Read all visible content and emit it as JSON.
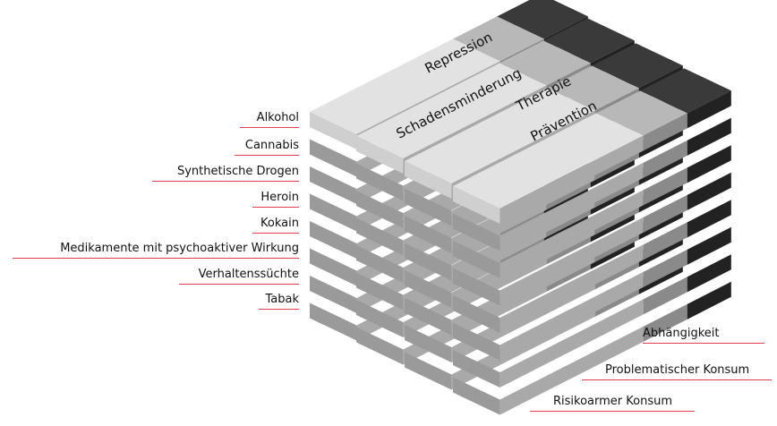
{
  "substances": [
    "Alkohol",
    "Cannabis",
    "Synthetische Drogen",
    "Heroin",
    "Kokain",
    "Medikamente mit psychoaktiver Wirkung",
    "Verhaltenssüchte",
    "Tabak"
  ],
  "pillars": [
    "Repression",
    "Schadensminderung",
    "Therapie",
    "Prävention"
  ],
  "consumption": [
    "Abhängigkeit",
    "Problematischer Konsum",
    "Risikoarmer Konsum"
  ],
  "colors": {
    "accent_line": "#e0414f",
    "top_light": "#e2e2e2",
    "top_mid": "#b8b8b8",
    "top_dark": "#3a3a3a",
    "front_light": "#cfcfcf",
    "front_shadow": "#9a9a9a",
    "right_light": "#a9a9a9",
    "right_mid": "#8a8a8a",
    "right_dark": "#222222"
  }
}
